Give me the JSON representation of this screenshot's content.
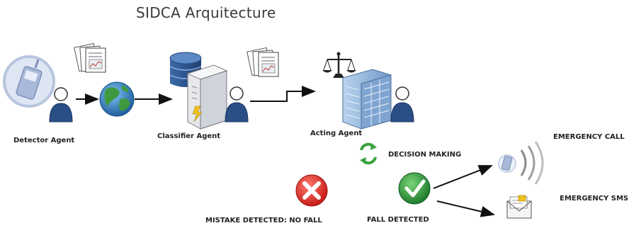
{
  "title": "SIDCA Arquitecture",
  "agents": {
    "detector": "Detector Agent",
    "classifier": "Classifier Agent",
    "acting": "Acting Agent"
  },
  "decision_label": "DECISION MAKING",
  "outcomes": {
    "mistake": "MISTAKE DETECTED: NO FALL",
    "fall": "FALL DETECTED"
  },
  "emergency": {
    "call": "EMERGENCY CALL",
    "sms": "EMERGENCY SMS"
  },
  "colors": {
    "mistake": "#e3302b",
    "fall": "#2e9a3a",
    "arrows": "#111111",
    "globe": "#2f78b8",
    "agent_person": "#2a4f86"
  }
}
